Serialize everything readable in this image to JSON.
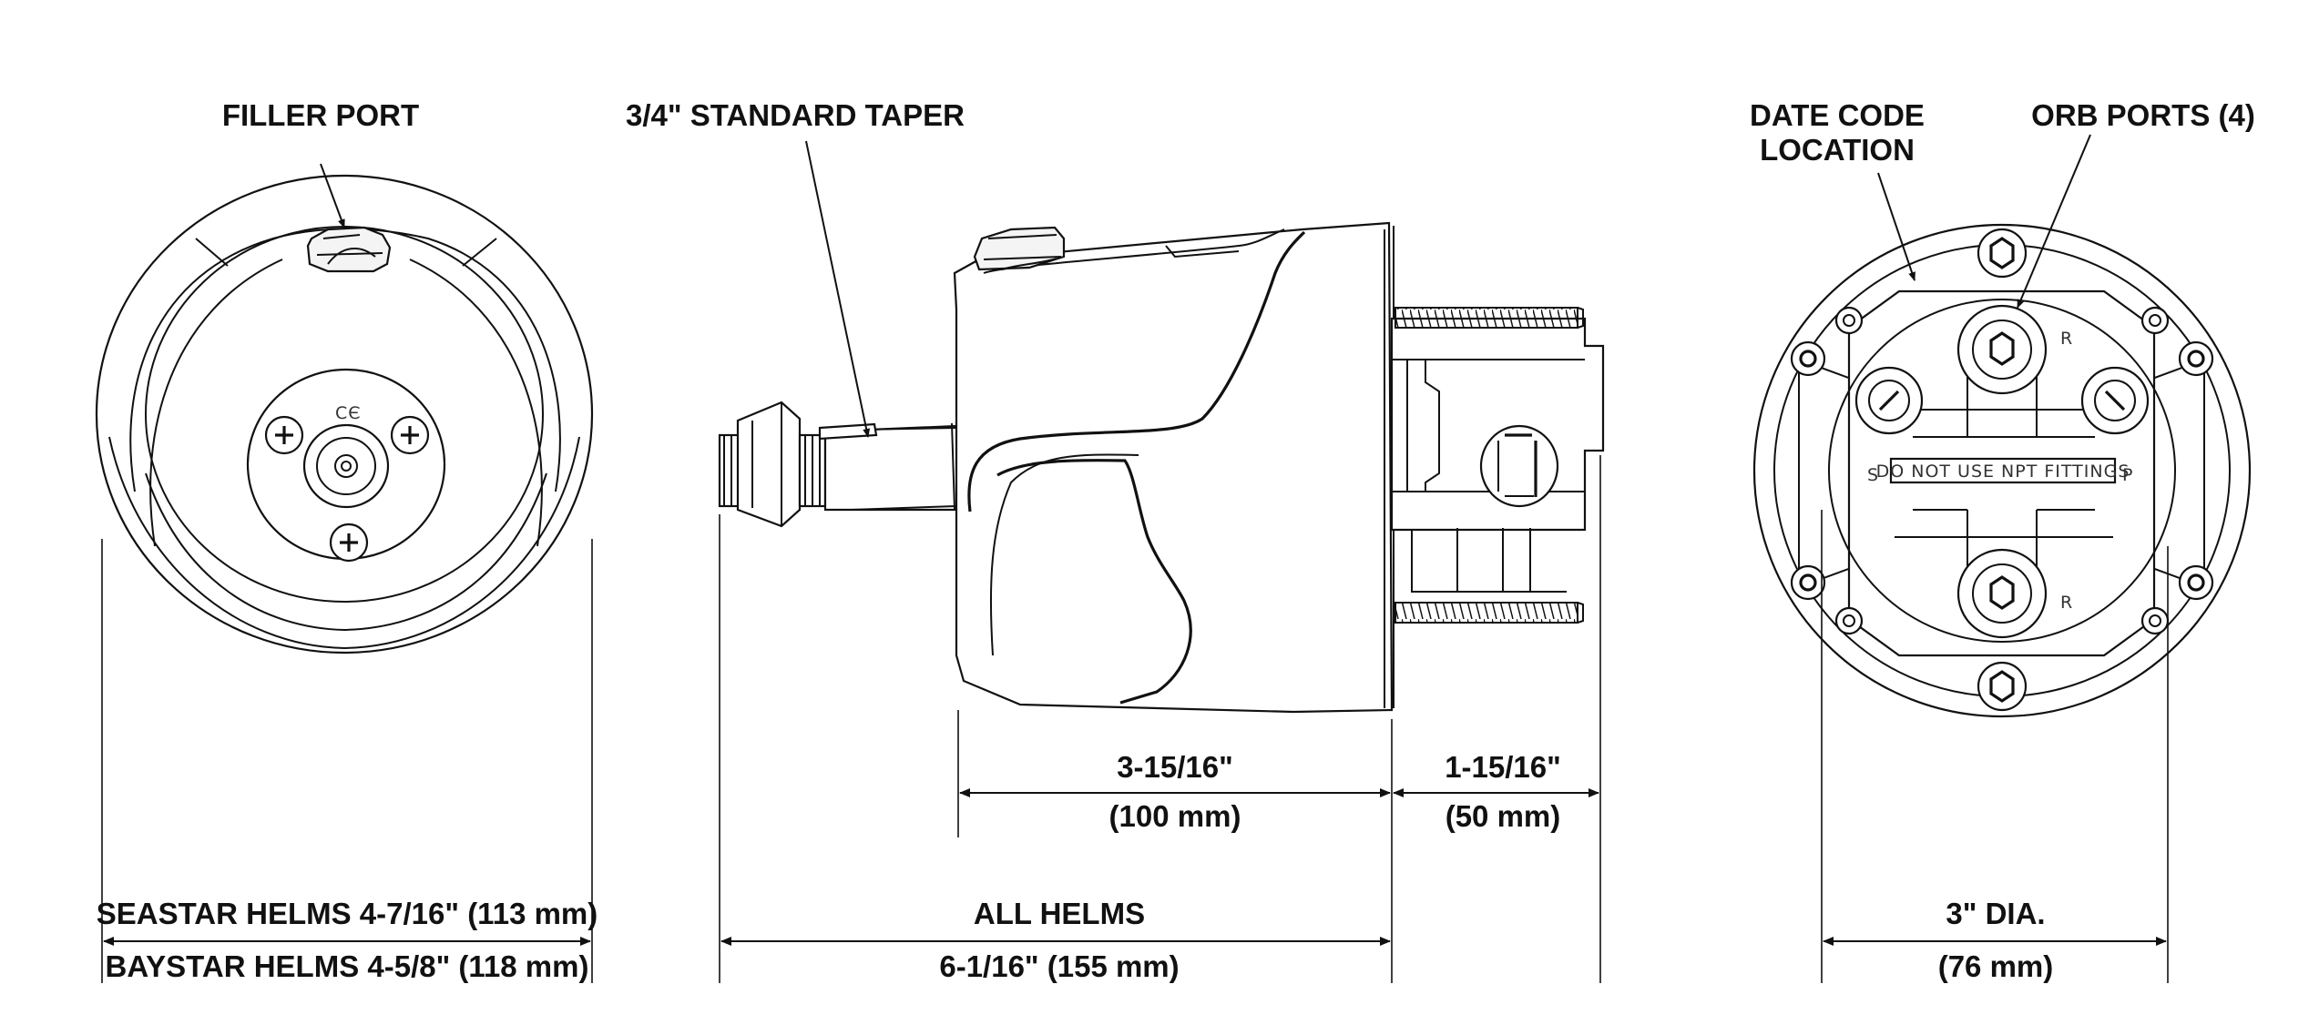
{
  "labels": {
    "filler_port": "FILLER PORT",
    "standard_taper": "3/4\" STANDARD TAPER",
    "date_code_line1": "DATE CODE",
    "date_code_line2": "LOCATION",
    "orb_ports": "ORB PORTS (4)",
    "fittings_warning": "DO NOT USE NPT FITTINGS",
    "port_s": "S",
    "port_p": "P",
    "port_r_top": "R",
    "port_r_bottom": "R"
  },
  "dimensions": {
    "seastar": "SEASTAR HELMS 4-7/16\" (113 mm)",
    "baystar": "BAYSTAR HELMS 4-5/8\" (118 mm)",
    "body_length": "3-15/16\"",
    "body_length_mm": "(100 mm)",
    "rear_length": "1-15/16\"",
    "rear_length_mm": "(50 mm)",
    "all_helms": "ALL HELMS",
    "overall_length": "6-1/16\" (155 mm)",
    "dia": "3\" DIA.",
    "dia_mm": "(76 mm)"
  }
}
